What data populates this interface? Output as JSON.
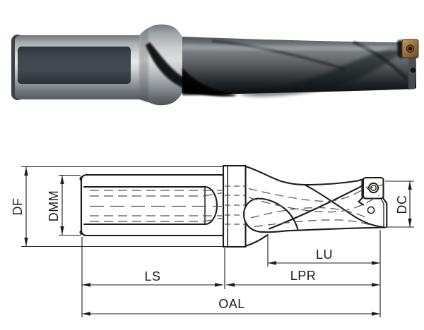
{
  "background": "#ffffff",
  "photo": {
    "colors": {
      "shank_metal": "#d8dadb",
      "shank_flat": "#3d444b",
      "collar": "#bcbfc1",
      "body": "#3a3e41",
      "flute": "#0a0c0d",
      "insert_bronze": "#a57c46"
    }
  },
  "diagram": {
    "line_color": "#1c1c1a",
    "hidden_line_color": "#555555",
    "labels": {
      "df": "DF",
      "dmm": "DMM",
      "dc": "DC",
      "lu": "LU",
      "lpr": "LPR",
      "ls": "LS",
      "oal": "OAL"
    }
  }
}
